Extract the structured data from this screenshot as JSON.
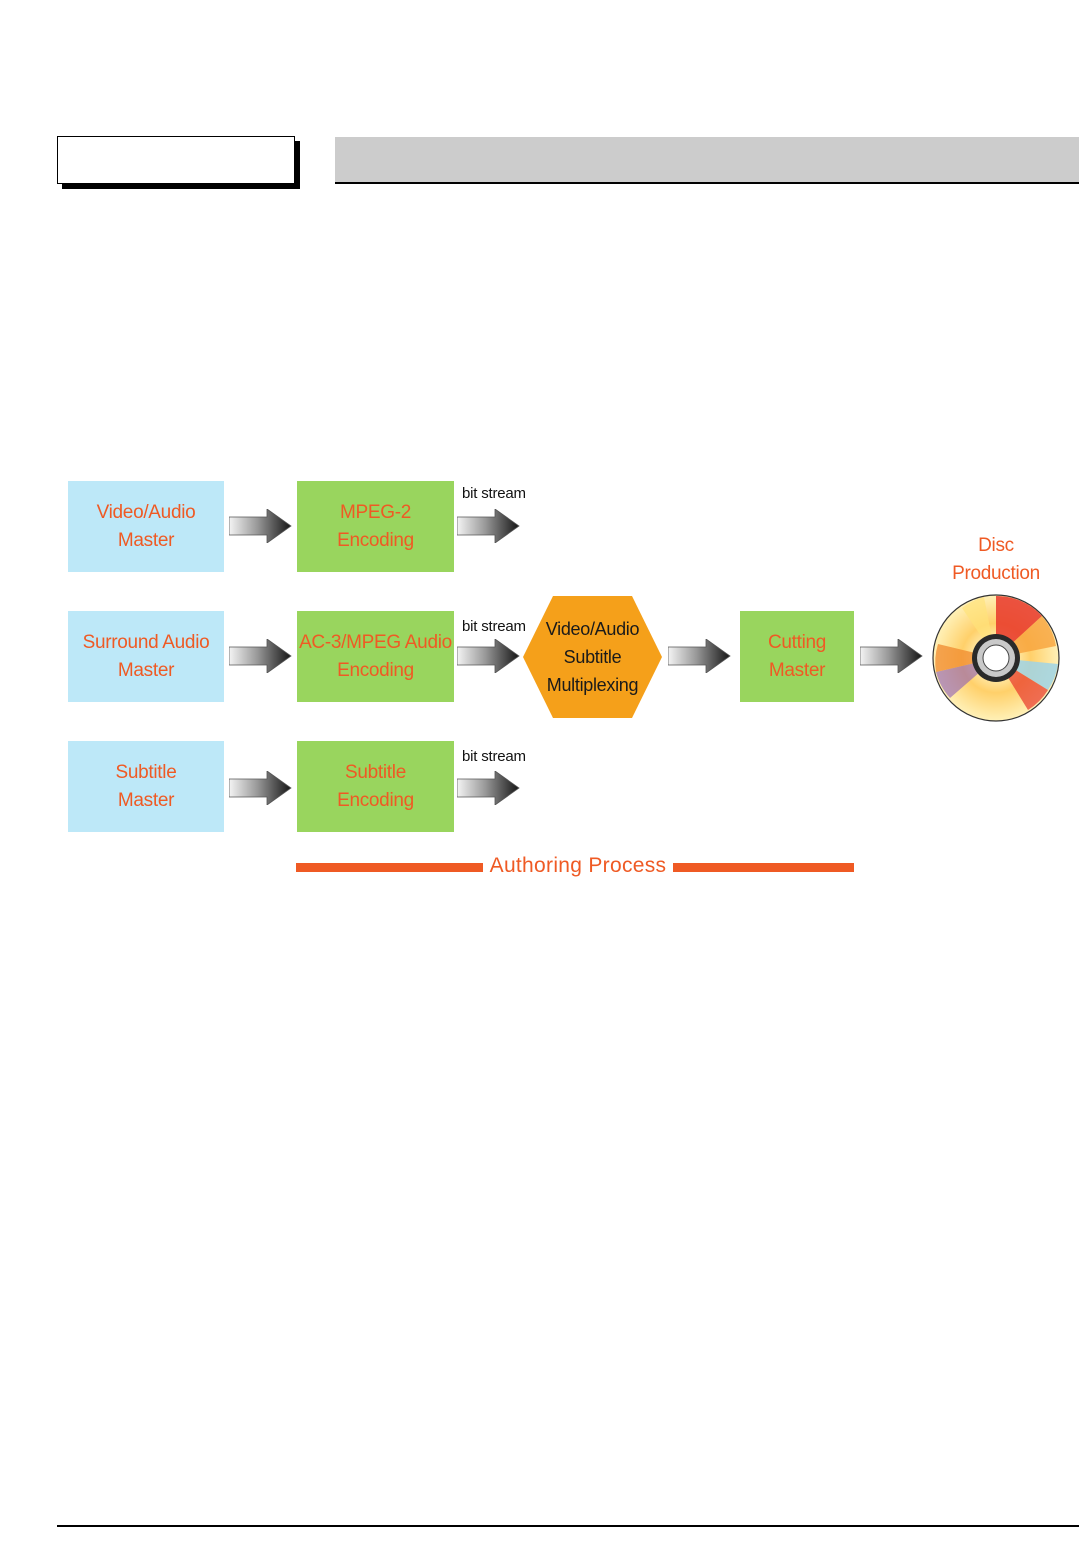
{
  "diagram": {
    "sources": [
      {
        "line1": "Video/Audio",
        "line2": "Master"
      },
      {
        "line1": "Surround Audio",
        "line2": "Master"
      },
      {
        "line1": "Subtitle",
        "line2": "Master"
      }
    ],
    "encoders": [
      {
        "line1": "MPEG-2",
        "line2": "Encoding"
      },
      {
        "line1": "AC-3/MPEG Audio",
        "line2": "Encoding"
      },
      {
        "line1": "Subtitle",
        "line2": "Encoding"
      }
    ],
    "stream_label": "bit stream",
    "multiplexer": {
      "line1": "Video/Audio",
      "line2": "Subtitle",
      "line3": "Multiplexing"
    },
    "cutting": {
      "line1": "Cutting",
      "line2": "Master"
    },
    "disc": {
      "line1": "Disc",
      "line2": "Production"
    },
    "process_label": "Authoring Process"
  },
  "colors": {
    "source_fill": "#bde8f8",
    "encoder_fill": "#99d55e",
    "multiplexer_fill": "#f5a01a",
    "label_text": "#ef5a24",
    "header_bar": "#cccccc"
  },
  "icons": {
    "arrow": "gradient-arrow-icon",
    "disc": "cd-disc-icon"
  }
}
